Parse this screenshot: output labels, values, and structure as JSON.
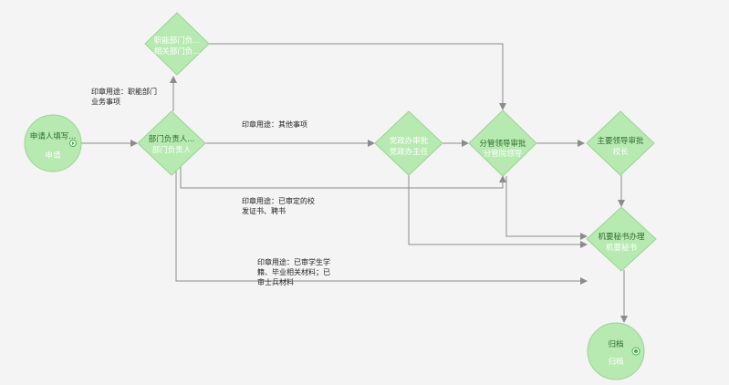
{
  "nodes": {
    "start": {
      "line1": "申请人填写...",
      "line2": "申请"
    },
    "functional": {
      "line1": "职能部门负...",
      "line2": "相关部门负..."
    },
    "dept_head": {
      "line1": "部门负责人...",
      "line2": "部门负责人"
    },
    "party_office": {
      "line1": "党政办审批",
      "line2": "党政办主任"
    },
    "supervisor": {
      "line1": "分管领导审批",
      "line2": "分管院领导"
    },
    "main_leader": {
      "line1": "主要领导审批",
      "line2": "校长"
    },
    "secretary": {
      "line1": "机要秘书办理",
      "line2": "机要秘书"
    },
    "archive": {
      "line1": "归档",
      "line2": "归档"
    }
  },
  "edge_labels": {
    "functional_use": [
      "印章用途：职能部门",
      "业务事项"
    ],
    "other_use": [
      "印章用途：其他事项"
    ],
    "approved_cert": [
      "印章用途：已审定的校",
      "发证书、聘书"
    ],
    "student_materials": [
      "印章用途：已审学生学",
      "籍、毕业相关材料；已",
      "审士兵材料"
    ]
  },
  "colors": {
    "node_fill": "#b6eab0",
    "node_stroke": "#9ad494",
    "edge": "#8c8c8c",
    "start_marker": "#4cae4c"
  }
}
